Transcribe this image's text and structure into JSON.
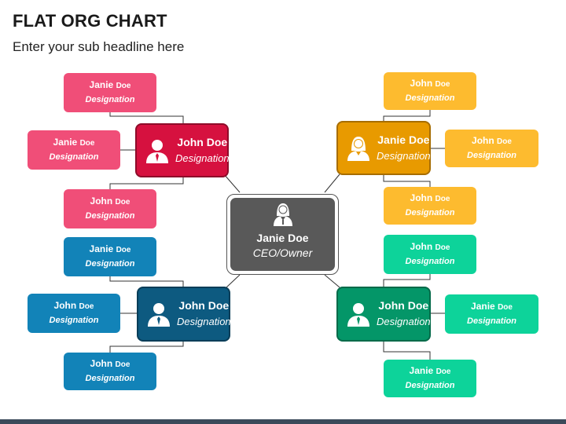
{
  "header": {
    "title": "FLAT ORG CHART",
    "subtitle": "Enter your sub headline here"
  },
  "colors": {
    "pink": "#f04e78",
    "red": "#d6113f",
    "yellow": "#fdbb2f",
    "orange": "#e89a00",
    "blue": "#1283b8",
    "darkblue": "#0d5a80",
    "teal": "#0dd39a",
    "green": "#049668",
    "grey": "#595959"
  },
  "ceo": {
    "first": "Janie",
    "last": "Doe",
    "designation": "CEO/Owner",
    "icon": "female-person-icon"
  },
  "managers": [
    {
      "first": "John",
      "last": "Doe",
      "designation": "Designation",
      "icon": "male-person-icon"
    },
    {
      "first": "Janie",
      "last": "Doe",
      "designation": "Designation",
      "icon": "female-person-icon"
    },
    {
      "first": "John",
      "last": "Doe",
      "designation": "Designation",
      "icon": "male-person-icon"
    },
    {
      "first": "John",
      "last": "Doe",
      "designation": "Designation",
      "icon": "male-person-icon"
    }
  ],
  "reports": {
    "top_left": [
      {
        "first": "Janie",
        "last": "Doe",
        "designation": "Designation"
      },
      {
        "first": "Janie",
        "last": "Doe",
        "designation": "Designation"
      },
      {
        "first": "John",
        "last": "Doe",
        "designation": "Designation"
      }
    ],
    "top_right": [
      {
        "first": "John",
        "last": "Doe",
        "designation": "Designation"
      },
      {
        "first": "John",
        "last": "Doe",
        "designation": "Designation"
      },
      {
        "first": "John",
        "last": "Doe",
        "designation": "Designation"
      }
    ],
    "bottom_left": [
      {
        "first": "Janie",
        "last": "Doe",
        "designation": "Designation"
      },
      {
        "first": "John",
        "last": "Doe",
        "designation": "Designation"
      },
      {
        "first": "John",
        "last": "Doe",
        "designation": "Designation"
      }
    ],
    "bottom_right": [
      {
        "first": "John",
        "last": "Doe",
        "designation": "Designation"
      },
      {
        "first": "Janie",
        "last": "Doe",
        "designation": "Designation"
      },
      {
        "first": "Janie",
        "last": "Doe",
        "designation": "Designation"
      }
    ]
  }
}
